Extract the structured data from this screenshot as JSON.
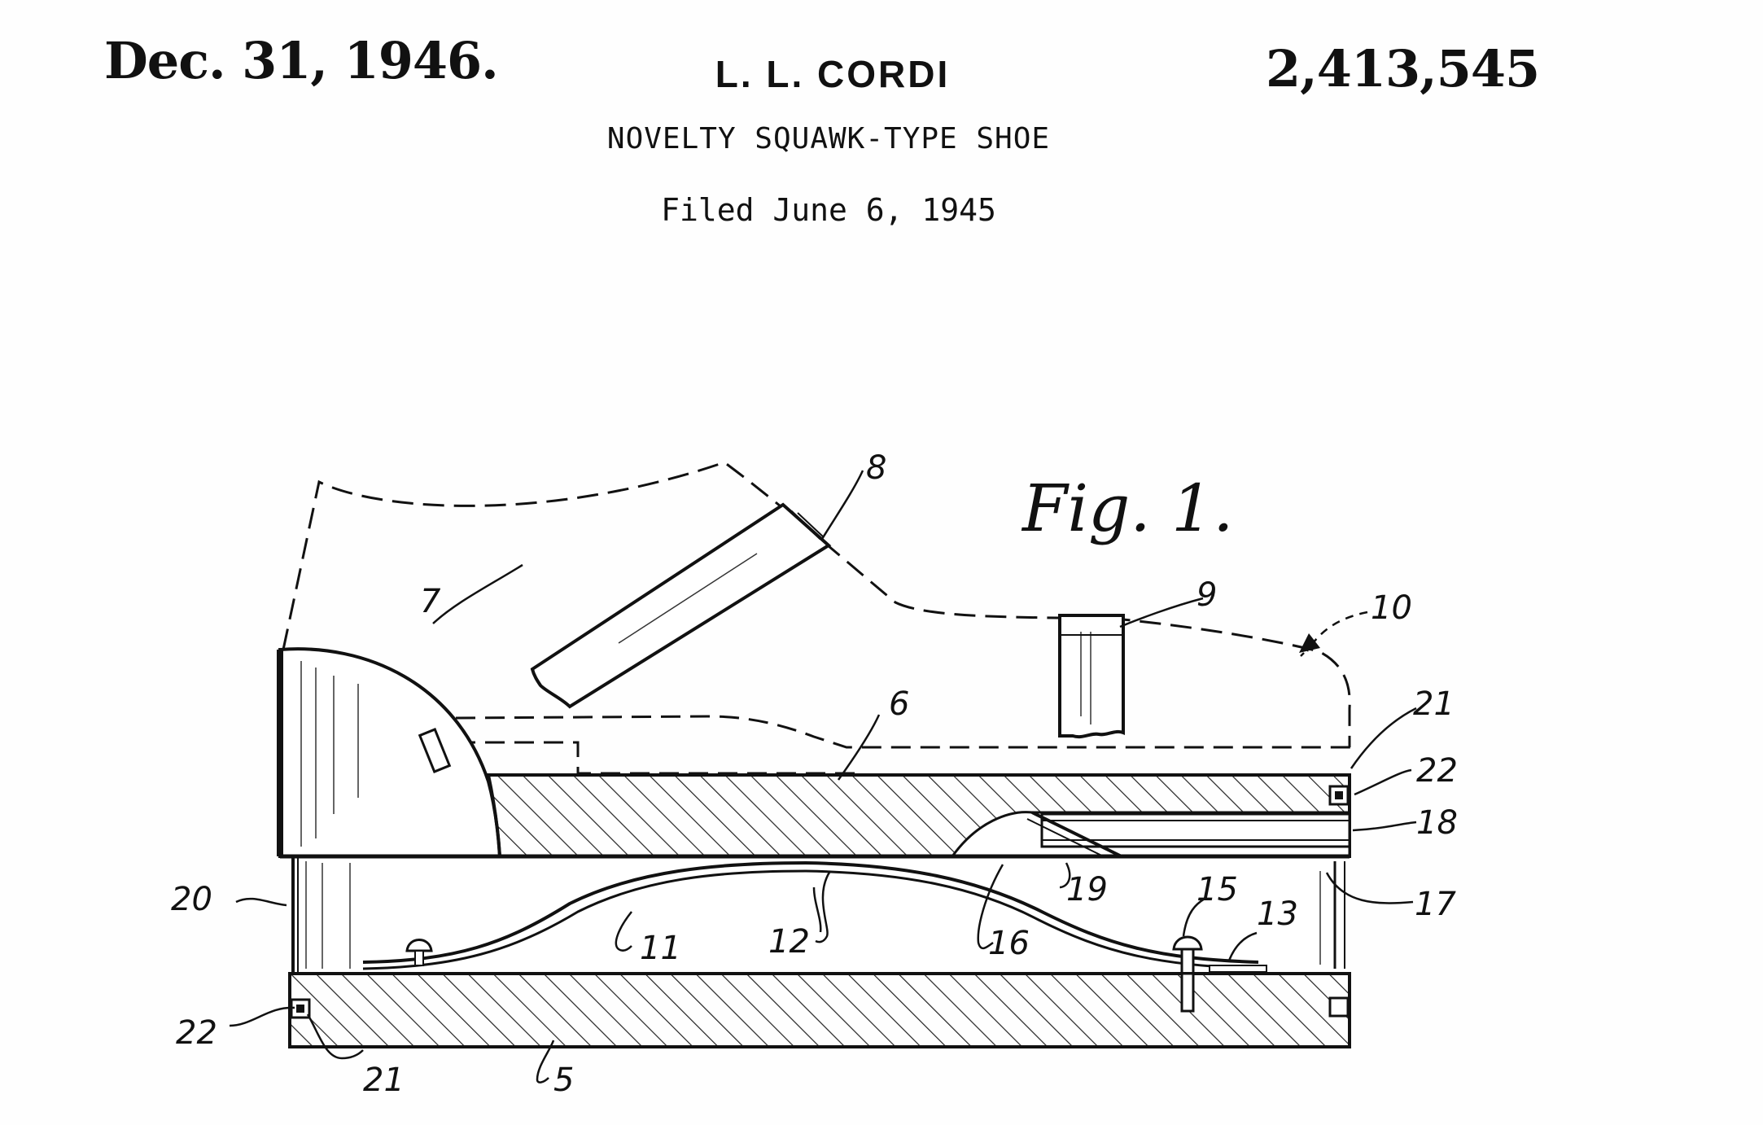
{
  "header": {
    "date": "Dec. 31, 1946.",
    "inventor": "L. L. CORDI",
    "patent_number": "2,413,545",
    "title": "NOVELTY SQUAWK-TYPE SHOE",
    "filed": "Filed June 6, 1945"
  },
  "figure": {
    "label": "Fig. 1.",
    "references": {
      "r5": "5",
      "r6": "6",
      "r7": "7",
      "r8": "8",
      "r9": "9",
      "r10": "10",
      "r11": "11",
      "r12": "12",
      "r13": "13",
      "r15": "15",
      "r16": "16",
      "r17": "17",
      "r18": "18",
      "r19": "19",
      "r20": "20",
      "r21_right": "21",
      "r22_right": "22",
      "r22_left": "22",
      "r21_left": "21"
    }
  }
}
